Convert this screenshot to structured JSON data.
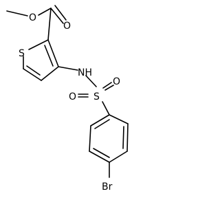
{
  "molecule": {
    "atoms": {
      "ester_o": "O",
      "carbonyl_o": "O",
      "ring_s": "S",
      "nh": "NH",
      "sulfonyl_s": "S",
      "sulfonyl_o_left": "O",
      "sulfonyl_o_right": "O",
      "br": "Br"
    }
  },
  "colors": {
    "bond": "#000000",
    "background": "#ffffff"
  }
}
